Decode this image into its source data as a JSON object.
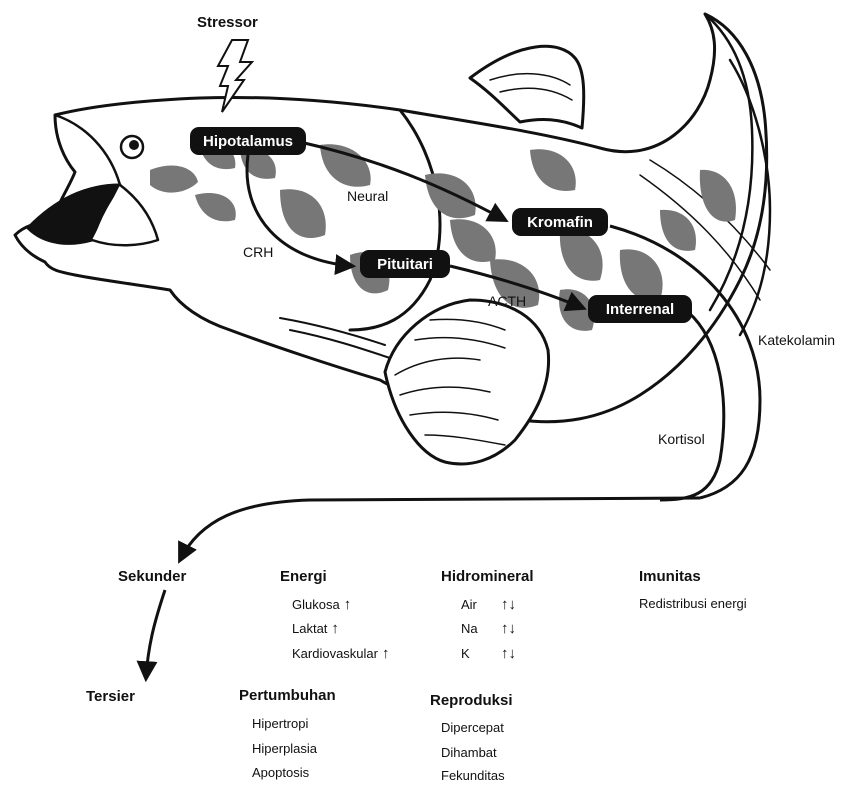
{
  "stressor": "Stressor",
  "nodes": {
    "hipotalamus": "Hipotalamus",
    "pituitari": "Pituitari",
    "kromafin": "Kromafin",
    "interrenal": "Interrenal"
  },
  "pathway_labels": {
    "neural": "Neural",
    "crh": "CRH",
    "acth": "ACTH",
    "katekolamin": "Katekolamin",
    "kortisol": "Kortisol"
  },
  "responses": {
    "sekunder": "Sekunder",
    "tersier": "Tersier"
  },
  "energi": {
    "title": "Energi",
    "items": [
      {
        "label": "Glukosa",
        "change": "↑"
      },
      {
        "label": "Laktat",
        "change": "↑"
      },
      {
        "label": "Kardiovaskular",
        "change": "↑"
      }
    ]
  },
  "hidromineral": {
    "title": "Hidromineral",
    "items": [
      {
        "label": "Air",
        "change": "↑↓"
      },
      {
        "label": "Na",
        "change": "↑↓"
      },
      {
        "label": "K",
        "change": "↑↓"
      }
    ]
  },
  "imunitas": {
    "title": "Imunitas",
    "items": [
      {
        "label": "Redistribusi energi"
      }
    ]
  },
  "pertumbuhan": {
    "title": "Pertumbuhan",
    "items": [
      {
        "label": "Hipertropi"
      },
      {
        "label": "Hiperplasia"
      },
      {
        "label": "Apoptosis"
      }
    ]
  },
  "reproduksi": {
    "title": "Reproduksi",
    "items": [
      {
        "label": "Dipercepat"
      },
      {
        "label": "Dihambat"
      },
      {
        "label": "Fekunditas"
      }
    ]
  }
}
